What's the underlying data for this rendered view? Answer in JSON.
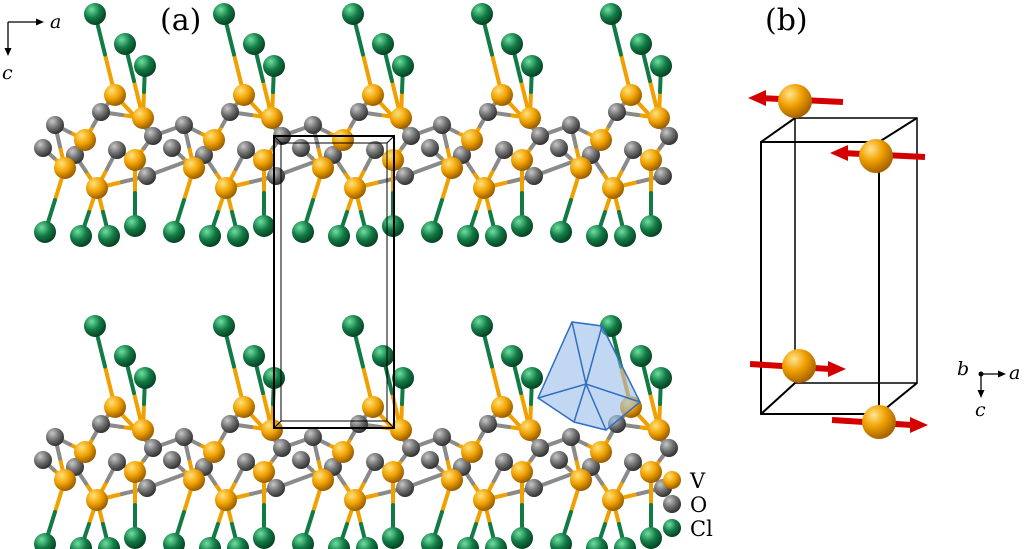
{
  "panels": {
    "a": {
      "label": "(a)",
      "axis_h": "a",
      "axis_v": "c"
    },
    "b": {
      "label": "(b)",
      "axis_b": "b",
      "axis_h": "a",
      "axis_v": "c"
    }
  },
  "legend": [
    {
      "symbol": "V",
      "color": "#f0a000"
    },
    {
      "symbol": "O",
      "color": "#6f6f6f"
    },
    {
      "symbol": "Cl",
      "color": "#127a45"
    }
  ],
  "colors": {
    "vanadium": "#f0a000",
    "oxygen": "#6f6f6f",
    "chlorine": "#127a45",
    "cell_edges": "#000000",
    "spin_arrows": "#d40000",
    "polyhedron": "#8fb6e6"
  }
}
